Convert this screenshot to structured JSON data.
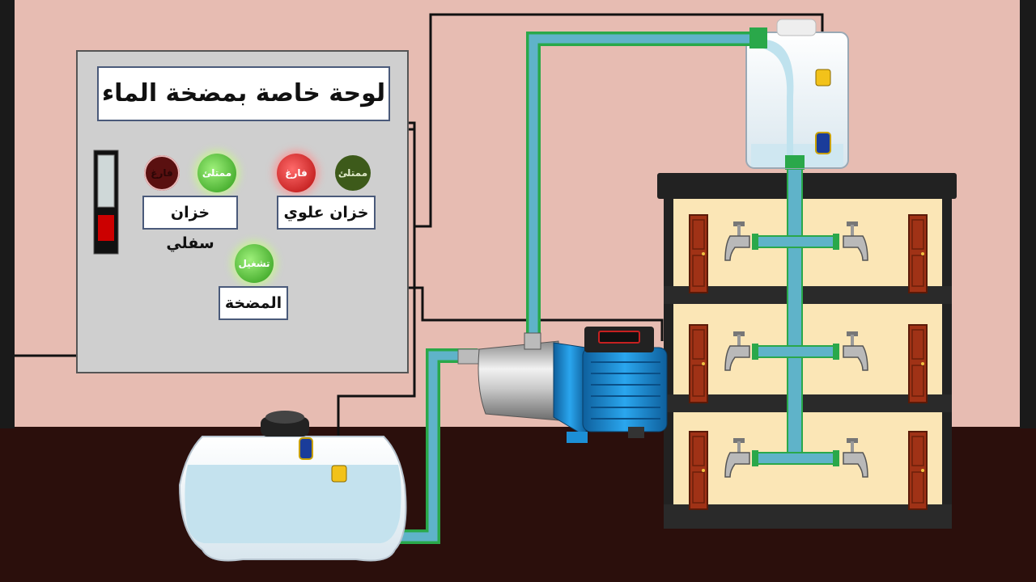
{
  "panel": {
    "title": "لوحة خاصة بمضخة الماء",
    "upper_tank_label": "خزان علوي",
    "lower_tank_label": "خزان سفلي",
    "pump_label": "المضخة",
    "lamp_full": "ممتلئ",
    "lamp_empty": "فارغ",
    "lamp_running": "تشغيل"
  },
  "colors": {
    "wall": "#e7bcb2",
    "floor": "#2b0f0c",
    "pipe_outer": "#2aa84a",
    "pipe_inner": "#5fb3c9",
    "panel": "#cfcfcf",
    "lamp_green": "#3fbf2a",
    "lamp_green_dim": "#3d5a1a",
    "lamp_red": "#e02020",
    "lamp_red_dim": "#5a1010",
    "building_floor": "#fbe6b6",
    "door": "#a03216",
    "pump_blue": "#1c8fd6"
  }
}
